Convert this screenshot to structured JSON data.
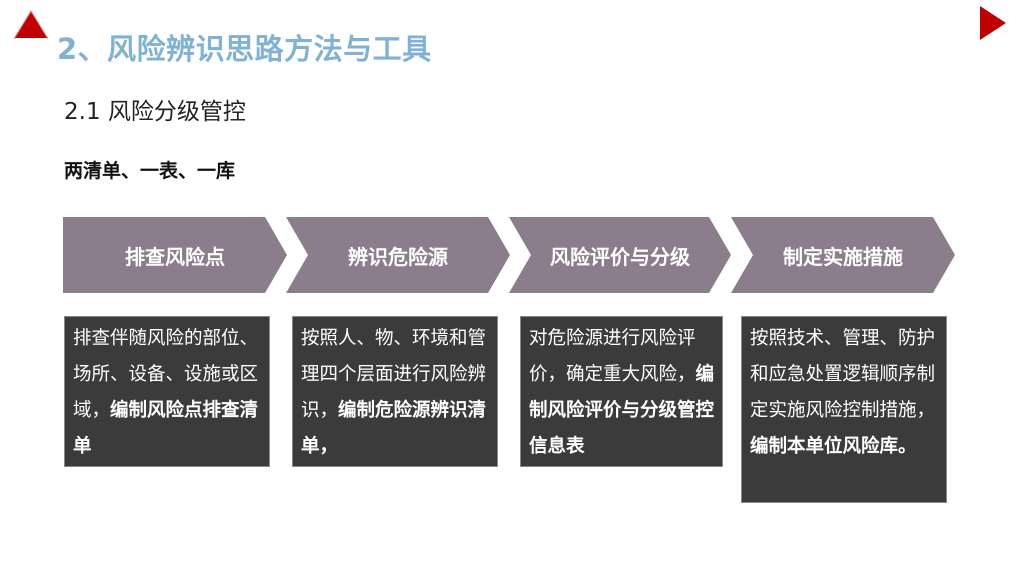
{
  "header": {
    "title": "2、风险辨识思路方法与工具",
    "subtitle": "2.1 风险分级管控",
    "heading": "两清单、一表、一库"
  },
  "colors": {
    "accent_red": "#c00000",
    "title_blue": "#7fb2d3",
    "chevron": "#8b7d8b",
    "box": "#3b3b3b"
  },
  "steps": [
    {
      "label": "排查风险点",
      "desc": [
        {
          "text": "排查伴随风险的部位、场所、设备、设施或区域，",
          "bold": false
        },
        {
          "text": "编制风险点排查清单",
          "bold": true
        }
      ]
    },
    {
      "label": "辨识危险源",
      "desc": [
        {
          "text": "按照人、物、环境和管理四个层面进行风险辨识，",
          "bold": false
        },
        {
          "text": "编制危险源辨识清单，",
          "bold": true
        }
      ]
    },
    {
      "label": "风险评价与分级",
      "desc": [
        {
          "text": "对危险源进行风险评价，确定重大风险，",
          "bold": false
        },
        {
          "text": "编制风险评价与分级管控信息表",
          "bold": true
        }
      ]
    },
    {
      "label": "制定实施措施",
      "desc": [
        {
          "text": "按照技术、管理、防护和应急处置逻辑顺序制定实施风险控制措施，",
          "bold": false
        },
        {
          "text": "编制本单位风险库。",
          "bold": true
        }
      ]
    }
  ]
}
